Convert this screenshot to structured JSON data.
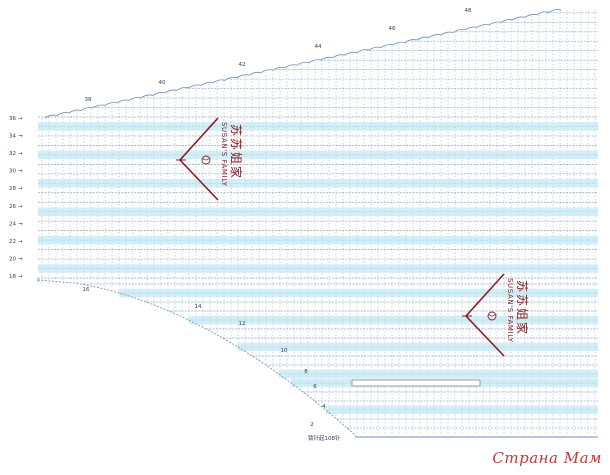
{
  "diagram": {
    "left_row_labels": [
      "36",
      "34",
      "32",
      "30",
      "28",
      "26",
      "24",
      "22",
      "20",
      "18"
    ],
    "bottom_curve_labels": [
      "16",
      "14",
      "12",
      "10",
      "8",
      "6",
      "4",
      "2"
    ],
    "top_curve_labels": [
      "38",
      "40",
      "42",
      "44",
      "46",
      "48"
    ],
    "cast_on_label": "锁针起108针",
    "colors": {
      "grid": "#8aa6c8",
      "accent_fill": "#bfe7f2",
      "stitch": "#6f8fb3",
      "label": "#2b3f66",
      "brand": "#8c1c22"
    }
  },
  "logos": [
    {
      "brand_latin": "SUSAN'S FAMILY",
      "brand_cn": "苏苏姐家"
    },
    {
      "brand_latin": "SUSAN'S FAMILY",
      "brand_cn": "苏苏姐家"
    }
  ],
  "watermark": "Страна Мам"
}
